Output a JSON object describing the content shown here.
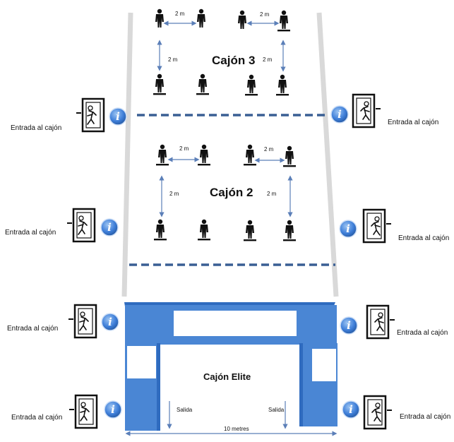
{
  "boxes": {
    "box3": "Cajón 3",
    "box2": "Cajón 2",
    "elite": "Cajón Elite"
  },
  "entrance_label": "Entrada al cajón",
  "distance_label": "2 m",
  "exit_label": "Salida",
  "width_label": "10 metres",
  "colors": {
    "arch": "#4a86d4",
    "arch_dark": "#2f6bbf",
    "dashed_line": "#3a5f94",
    "arrow": "#5b7fb8",
    "info_icon": "#3f7fd9",
    "lane": "#d9d9d9"
  }
}
